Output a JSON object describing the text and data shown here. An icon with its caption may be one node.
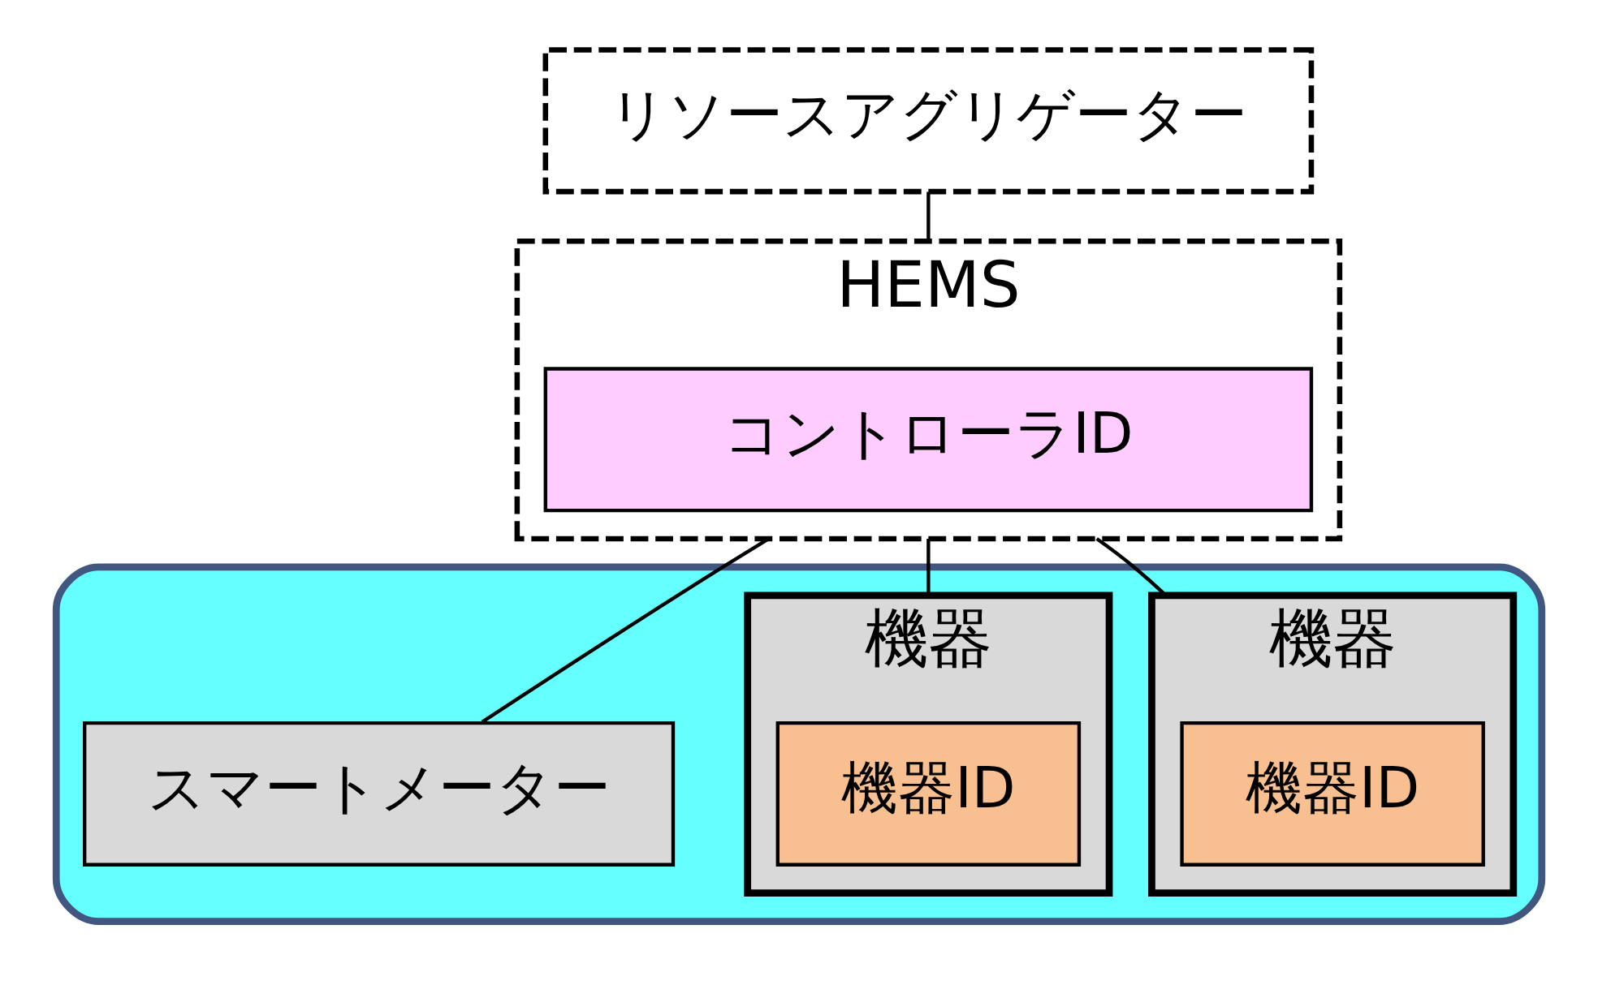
{
  "diagram": {
    "nodes": [
      {
        "text": [
          "リソースアグリゲーター"
        ]
      },
      {
        "text": [],
        "shape": "house"
      },
      {
        "text": [
          "HEMS"
        ]
      },
      {
        "text": [
          "コントローラID"
        ],
        "in": 2
      },
      {
        "text": [
          "スマートメーター"
        ],
        "in": 1
      },
      {
        "text": [
          "機器"
        ],
        "in": 1
      },
      {
        "text": [
          "機器ID"
        ],
        "in": 5
      },
      {
        "text": [
          "機器"
        ],
        "in": 1
      },
      {
        "text": [
          "機器ID"
        ],
        "in": 7
      }
    ],
    "edges": [
      {
        "from": 0,
        "to": 2,
        "arrow": "none"
      },
      {
        "from": 2,
        "to": 4,
        "arrow": "none"
      },
      {
        "from": 2,
        "to": 5,
        "arrow": "none"
      },
      {
        "from": 2,
        "to": 7,
        "arrow": "none"
      }
    ]
  }
}
